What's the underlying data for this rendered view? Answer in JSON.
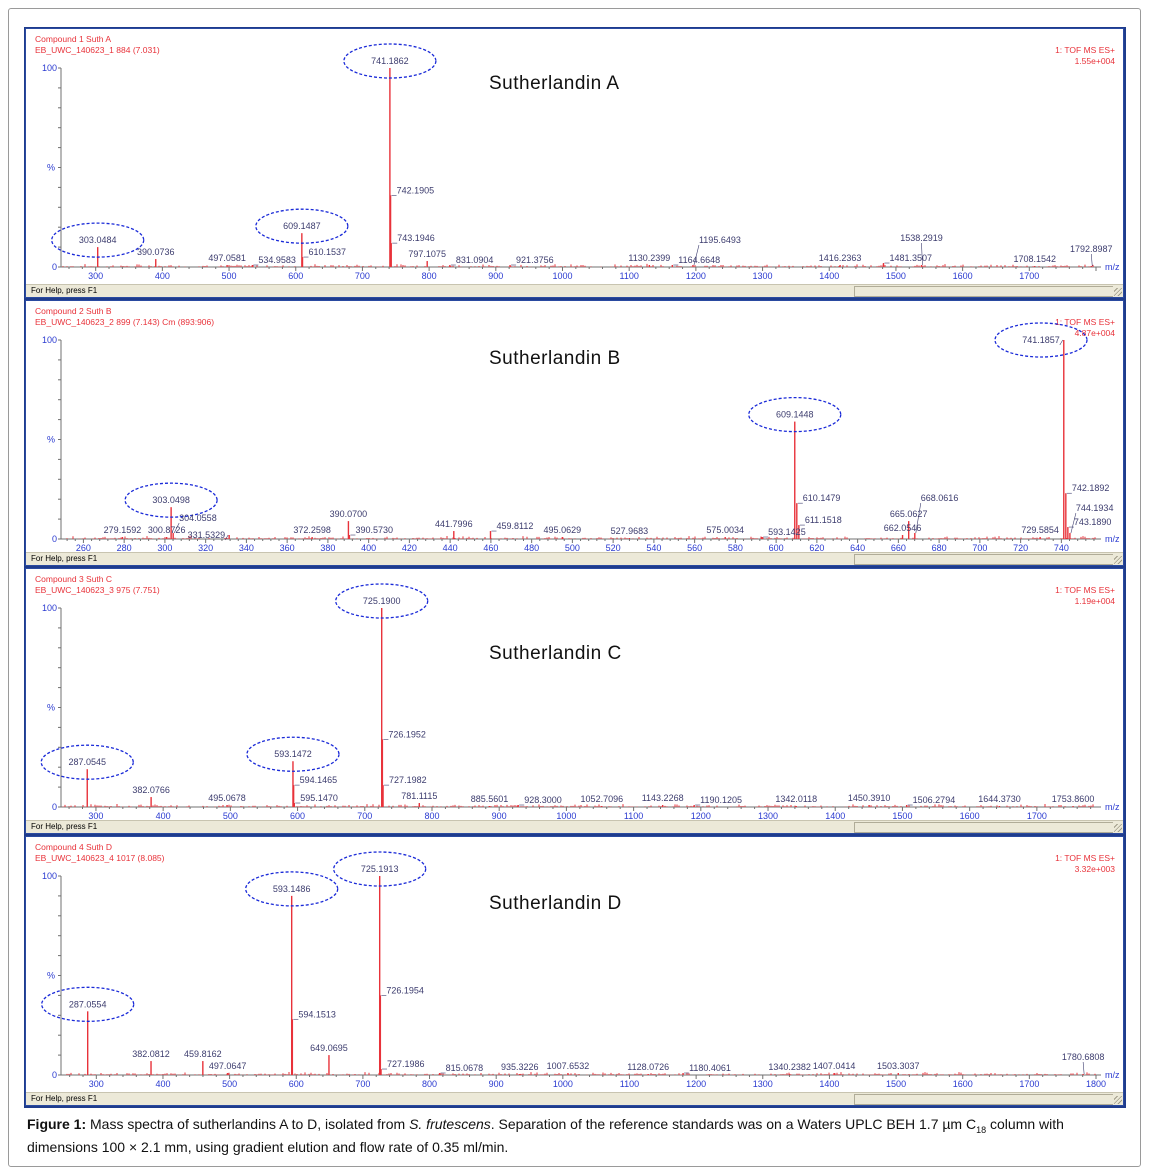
{
  "figure": {
    "caption_label": "Figure 1:",
    "caption_part1": " Mass spectra of sutherlandins A to D, isolated from ",
    "caption_species": "S. frutescens",
    "caption_part2": ". Separation of the reference standards was on a Waters UPLC BEH 1.7 µm C",
    "caption_sub": "18",
    "caption_part3": " column with dimensions 100 × 2.1 mm, using gradient elution and flow rate of 0.35 ml/min.",
    "status_text": "For Help, press F1"
  },
  "colors": {
    "peak": "#e8323a",
    "label": "#3c3c6e",
    "axis_text": "#2a3ad0",
    "header": "#e8323a",
    "ellipse": "#1a2ad8",
    "axis": "#707070"
  },
  "chart_data": [
    {
      "type": "bar",
      "compound": "Sutherlandin A",
      "header_line1": "Compound 1 Suth A",
      "header_line2": "EB_UWC_140623_1 884 (7.031)",
      "mode": "1: TOF MS ES+",
      "intensity": "1.55e+004",
      "xlabel": "m/z",
      "ylabel": "%",
      "xlim": [
        248,
        1800
      ],
      "ylim": [
        0,
        100
      ],
      "xticks": [
        300,
        400,
        500,
        600,
        700,
        800,
        900,
        1000,
        1100,
        1200,
        1300,
        1400,
        1500,
        1600,
        1700
      ],
      "yticks": [
        "0",
        "100"
      ],
      "peaks": [
        {
          "mz": 303.0484,
          "y": 10,
          "label": "303.0484",
          "circled": true
        },
        {
          "mz": 390.0736,
          "y": 4,
          "label": "390.0736"
        },
        {
          "mz": 497.0581,
          "y": 1,
          "label": "497.0581"
        },
        {
          "mz": 534.9583,
          "y": 1,
          "label": "534.9583"
        },
        {
          "mz": 609.1487,
          "y": 17,
          "label": "609.1487",
          "circled": true
        },
        {
          "mz": 610.1537,
          "y": 5,
          "label": "610.1537",
          "side": "right"
        },
        {
          "mz": 741.1862,
          "y": 100,
          "label": "741.1862",
          "circled": true
        },
        {
          "mz": 742.1905,
          "y": 36,
          "label": "742.1905",
          "side": "right"
        },
        {
          "mz": 743.1946,
          "y": 12,
          "label": "743.1946",
          "side": "right"
        },
        {
          "mz": 797.1075,
          "y": 3,
          "label": "797.1075"
        },
        {
          "mz": 831.0904,
          "y": 1,
          "label": "831.0904",
          "side": "right"
        },
        {
          "mz": 921.3756,
          "y": 1,
          "label": "921.3756"
        },
        {
          "mz": 1130.2399,
          "y": 1,
          "label": "1130.2399"
        },
        {
          "mz": 1164.6648,
          "y": 1,
          "label": "1164.6648"
        },
        {
          "mz": 1195.6493,
          "y": 1,
          "label": "1195.6493",
          "side": "right"
        },
        {
          "mz": 1416.2363,
          "y": 1,
          "label": "1416.2363"
        },
        {
          "mz": 1481.3507,
          "y": 2,
          "label": "1481.3507"
        },
        {
          "mz": 1538.2919,
          "y": 1,
          "label": "1538.2919"
        },
        {
          "mz": 1708.1542,
          "y": 0.5,
          "label": "1708.1542"
        },
        {
          "mz": 1792.8987,
          "y": 0.5,
          "label": "1792.8987"
        }
      ]
    },
    {
      "type": "bar",
      "compound": "Sutherlandin B",
      "header_line1": "Compound 2 Suth B",
      "header_line2": "EB_UWC_140623_2 899 (7.143) Cm (893:906)",
      "mode": "1: TOF MS ES+",
      "intensity": "4.87e+004",
      "xlabel": "m/z",
      "ylabel": "%",
      "xlim": [
        249,
        757
      ],
      "ylim": [
        0,
        100
      ],
      "xticks": [
        260,
        280,
        300,
        320,
        340,
        360,
        380,
        400,
        420,
        440,
        460,
        480,
        500,
        520,
        540,
        560,
        580,
        600,
        620,
        640,
        660,
        680,
        700,
        720,
        740
      ],
      "yticks": [
        "0",
        "100"
      ],
      "peaks": [
        {
          "mz": 279.1592,
          "y": 1,
          "label": "279.1592"
        },
        {
          "mz": 300.8726,
          "y": 1,
          "label": "300.8726"
        },
        {
          "mz": 303.0498,
          "y": 16,
          "label": "303.0498",
          "circled": true
        },
        {
          "mz": 304.0558,
          "y": 3,
          "label": "304.0558",
          "side": "right"
        },
        {
          "mz": 331.5329,
          "y": 2,
          "label": "331.5329"
        },
        {
          "mz": 372.2598,
          "y": 1,
          "label": "372.2598"
        },
        {
          "mz": 390.07,
          "y": 9,
          "label": "390.0700"
        },
        {
          "mz": 390.573,
          "y": 2,
          "label": "390.5730",
          "side": "right"
        },
        {
          "mz": 441.7996,
          "y": 4,
          "label": "441.7996"
        },
        {
          "mz": 459.8112,
          "y": 4,
          "label": "459.8112"
        },
        {
          "mz": 495.0629,
          "y": 1,
          "label": "495.0629"
        },
        {
          "mz": 527.9683,
          "y": 0.5,
          "label": "527.9683"
        },
        {
          "mz": 575.0034,
          "y": 1,
          "label": "575.0034"
        },
        {
          "mz": 593.1425,
          "y": 1,
          "label": "593.1425"
        },
        {
          "mz": 609.1448,
          "y": 59,
          "label": "609.1448",
          "circled": true
        },
        {
          "mz": 610.1479,
          "y": 18,
          "label": "610.1479",
          "side": "right"
        },
        {
          "mz": 611.1518,
          "y": 7,
          "label": "611.1518",
          "side": "right"
        },
        {
          "mz": 662.0546,
          "y": 2,
          "label": "662.0546"
        },
        {
          "mz": 665.0627,
          "y": 9,
          "label": "665.0627"
        },
        {
          "mz": 668.0616,
          "y": 3,
          "label": "668.0616",
          "side": "right"
        },
        {
          "mz": 729.5854,
          "y": 1,
          "label": "729.5854"
        },
        {
          "mz": 741.1857,
          "y": 100,
          "label": "741.1857",
          "circled": true
        },
        {
          "mz": 742.1892,
          "y": 23,
          "label": "742.1892",
          "side": "right"
        },
        {
          "mz": 743.189,
          "y": 6,
          "label": "743.1890",
          "side": "right"
        },
        {
          "mz": 744.1934,
          "y": 3,
          "label": "744.1934",
          "side": "right"
        }
      ]
    },
    {
      "type": "bar",
      "compound": "Sutherlandin C",
      "header_line1": "Compound 3 Suth C",
      "header_line2": "EB_UWC_140623_3 975 (7.751)",
      "mode": "1: TOF MS ES+",
      "intensity": "1.19e+004",
      "xlabel": "m/z",
      "ylabel": "%",
      "xlim": [
        248,
        1788
      ],
      "ylim": [
        0,
        100
      ],
      "xticks": [
        300,
        400,
        500,
        600,
        700,
        800,
        900,
        1000,
        1100,
        1200,
        1300,
        1400,
        1500,
        1600,
        1700
      ],
      "yticks": [
        "0",
        "100"
      ],
      "peaks": [
        {
          "mz": 287.0545,
          "y": 19,
          "label": "287.0545",
          "circled": true
        },
        {
          "mz": 382.0766,
          "y": 5,
          "label": "382.0766"
        },
        {
          "mz": 495.0678,
          "y": 1,
          "label": "495.0678"
        },
        {
          "mz": 593.1472,
          "y": 23,
          "label": "593.1472",
          "circled": true
        },
        {
          "mz": 594.1465,
          "y": 11,
          "label": "594.1465",
          "side": "right"
        },
        {
          "mz": 595.147,
          "y": 2,
          "label": "595.1470",
          "side": "right"
        },
        {
          "mz": 725.19,
          "y": 100,
          "label": "725.1900",
          "circled": true
        },
        {
          "mz": 726.1952,
          "y": 34,
          "label": "726.1952",
          "side": "right"
        },
        {
          "mz": 727.1982,
          "y": 11,
          "label": "727.1982",
          "side": "right"
        },
        {
          "mz": 781.1115,
          "y": 2,
          "label": "781.1115"
        },
        {
          "mz": 885.5601,
          "y": 0.5,
          "label": "885.5601"
        },
        {
          "mz": 928.3,
          "y": 1,
          "label": "928.3000"
        },
        {
          "mz": 1052.7096,
          "y": 0.5,
          "label": "1052.7096"
        },
        {
          "mz": 1143.2268,
          "y": 1,
          "label": "1143.2268"
        },
        {
          "mz": 1190.1205,
          "y": 1,
          "label": "1190.1205"
        },
        {
          "mz": 1342.0118,
          "y": 0.5,
          "label": "1342.0118"
        },
        {
          "mz": 1450.391,
          "y": 1,
          "label": "1450.3910"
        },
        {
          "mz": 1506.2794,
          "y": 1,
          "label": "1506.2794"
        },
        {
          "mz": 1644.373,
          "y": 0.5,
          "label": "1644.3730"
        },
        {
          "mz": 1753.86,
          "y": 0.5,
          "label": "1753.8600"
        }
      ]
    },
    {
      "type": "bar",
      "compound": "Sutherlandin D",
      "header_line1": "Compound 4 Suth D",
      "header_line2": "EB_UWC_140623_4 1017 (8.085)",
      "mode": "1: TOF MS ES+",
      "intensity": "3.32e+003",
      "xlabel": "m/z",
      "ylabel": "%",
      "xlim": [
        247,
        1800
      ],
      "ylim": [
        0,
        100
      ],
      "xticks": [
        300,
        400,
        500,
        600,
        700,
        800,
        900,
        1000,
        1100,
        1200,
        1300,
        1400,
        1500,
        1600,
        1700,
        1800
      ],
      "yticks": [
        "0",
        "100"
      ],
      "peaks": [
        {
          "mz": 287.0554,
          "y": 32,
          "label": "287.0554",
          "circled": true
        },
        {
          "mz": 382.0812,
          "y": 7,
          "label": "382.0812"
        },
        {
          "mz": 459.8162,
          "y": 7,
          "label": "459.8162"
        },
        {
          "mz": 497.0647,
          "y": 1,
          "label": "497.0647"
        },
        {
          "mz": 593.1486,
          "y": 90,
          "label": "593.1486",
          "circled": true
        },
        {
          "mz": 594.1513,
          "y": 28,
          "label": "594.1513",
          "side": "right"
        },
        {
          "mz": 649.0695,
          "y": 10,
          "label": "649.0695"
        },
        {
          "mz": 725.1913,
          "y": 100,
          "label": "725.1913",
          "circled": true
        },
        {
          "mz": 726.1954,
          "y": 40,
          "label": "726.1954",
          "side": "right"
        },
        {
          "mz": 727.1986,
          "y": 3,
          "label": "727.1986",
          "side": "right"
        },
        {
          "mz": 815.0678,
          "y": 1,
          "label": "815.0678"
        },
        {
          "mz": 935.3226,
          "y": 0.5,
          "label": "935.3226"
        },
        {
          "mz": 1007.6532,
          "y": 1,
          "label": "1007.6532"
        },
        {
          "mz": 1128.0726,
          "y": 0.5,
          "label": "1128.0726"
        },
        {
          "mz": 1180.4061,
          "y": 1,
          "label": "1180.4061"
        },
        {
          "mz": 1340.2382,
          "y": 0.5,
          "label": "1340.2382"
        },
        {
          "mz": 1407.0414,
          "y": 1,
          "label": "1407.0414"
        },
        {
          "mz": 1503.3037,
          "y": 1,
          "label": "1503.3037"
        },
        {
          "mz": 1780.6808,
          "y": 0.5,
          "label": "1780.6808"
        }
      ]
    }
  ]
}
